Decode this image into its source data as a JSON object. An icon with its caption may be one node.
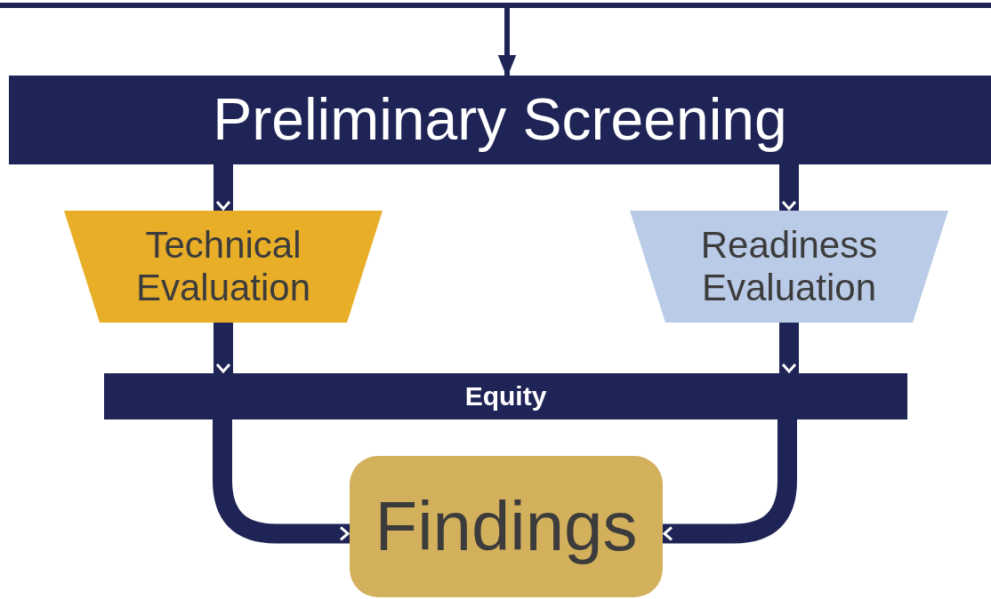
{
  "diagram": {
    "nodes": [
      {
        "text": [
          "Preliminary Screening"
        ]
      },
      {
        "text": [
          "Technical Evaluation"
        ]
      },
      {
        "text": [
          "Readiness Evaluation"
        ]
      },
      {
        "text": [
          "Equity"
        ]
      },
      {
        "text": [
          "Findings"
        ]
      }
    ],
    "edges": [
      {
        "from": null,
        "to": 0,
        "arrow": "to"
      },
      {
        "from": 0,
        "to": 1,
        "arrow": "to"
      },
      {
        "from": 0,
        "to": 2,
        "arrow": "to"
      },
      {
        "from": 1,
        "to": 3,
        "arrow": "to"
      },
      {
        "from": 2,
        "to": 3,
        "arrow": "to"
      },
      {
        "from": 3,
        "to": 4,
        "arrow": "to"
      },
      {
        "from": 3,
        "to": 4,
        "arrow": "to"
      }
    ]
  }
}
